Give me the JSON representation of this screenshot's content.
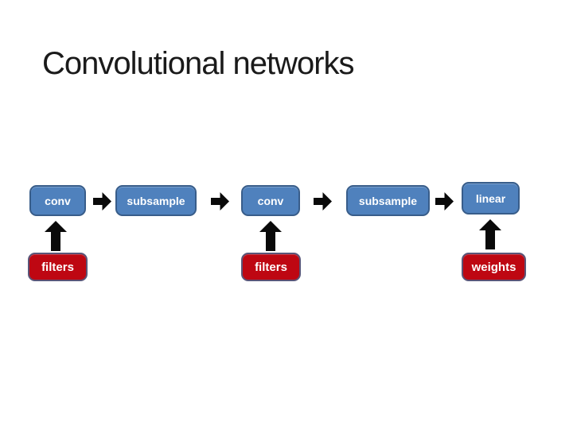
{
  "slide": {
    "title": "Convolutional networks"
  },
  "colors": {
    "background": "#FFFFFF",
    "title_text": "#1A1A1A",
    "box_text": "#FFFFFF",
    "box_blue_fill": "#4F81BD",
    "box_blue_border": "#385D8A",
    "box_red_fill": "#BE0712",
    "box_red_border": "#5A5578",
    "arrow_black": "#0A0A0A"
  },
  "diagram": {
    "top_row": [
      {
        "label": "conv"
      },
      {
        "label": "subsample"
      },
      {
        "label": "conv"
      },
      {
        "label": "subsample"
      },
      {
        "label": "linear"
      }
    ],
    "bottom_row": [
      {
        "label": "filters"
      },
      {
        "label": "filters"
      },
      {
        "label": "weights"
      }
    ],
    "icons": {
      "right_arrow": "right-block-arrow",
      "up_arrow": "up-block-arrow"
    }
  }
}
